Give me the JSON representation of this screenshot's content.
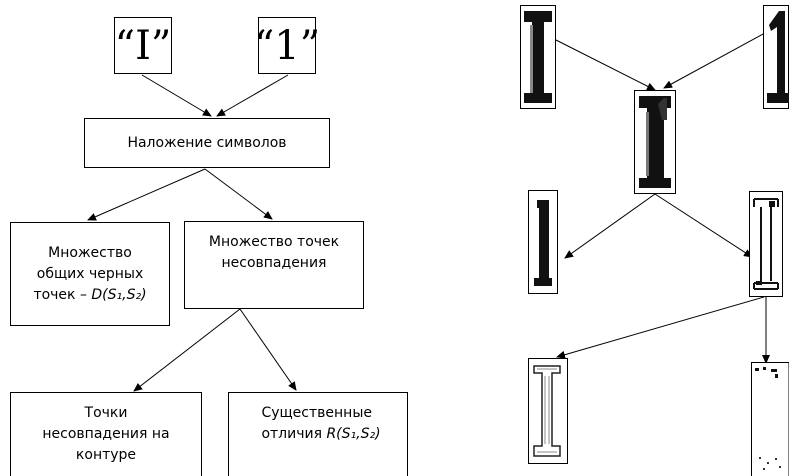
{
  "left": {
    "top_symbols": [
      "“I”",
      "“1”"
    ],
    "overlay_box": "Наложение символов",
    "common_black_box": {
      "line1": "Множество",
      "line2": "общих черных",
      "line3_prefix": "точек – ",
      "line3_formula": "D(S₁,S₂)"
    },
    "mismatch_box": {
      "line1": "Множество точек",
      "line2": "несовпадения"
    },
    "contour_box": {
      "line1": "Точки",
      "line2": "несовпадения на",
      "line3": "контуре"
    },
    "essential_box": {
      "line1": "Существенные",
      "line2_prefix": "отличия ",
      "line2_formula": "R(S₁,S₂)"
    }
  },
  "right": {
    "images": [
      "glyph-I",
      "glyph-1",
      "overlay-I1",
      "common-black",
      "mismatch",
      "contour-points",
      "essential-points"
    ]
  }
}
